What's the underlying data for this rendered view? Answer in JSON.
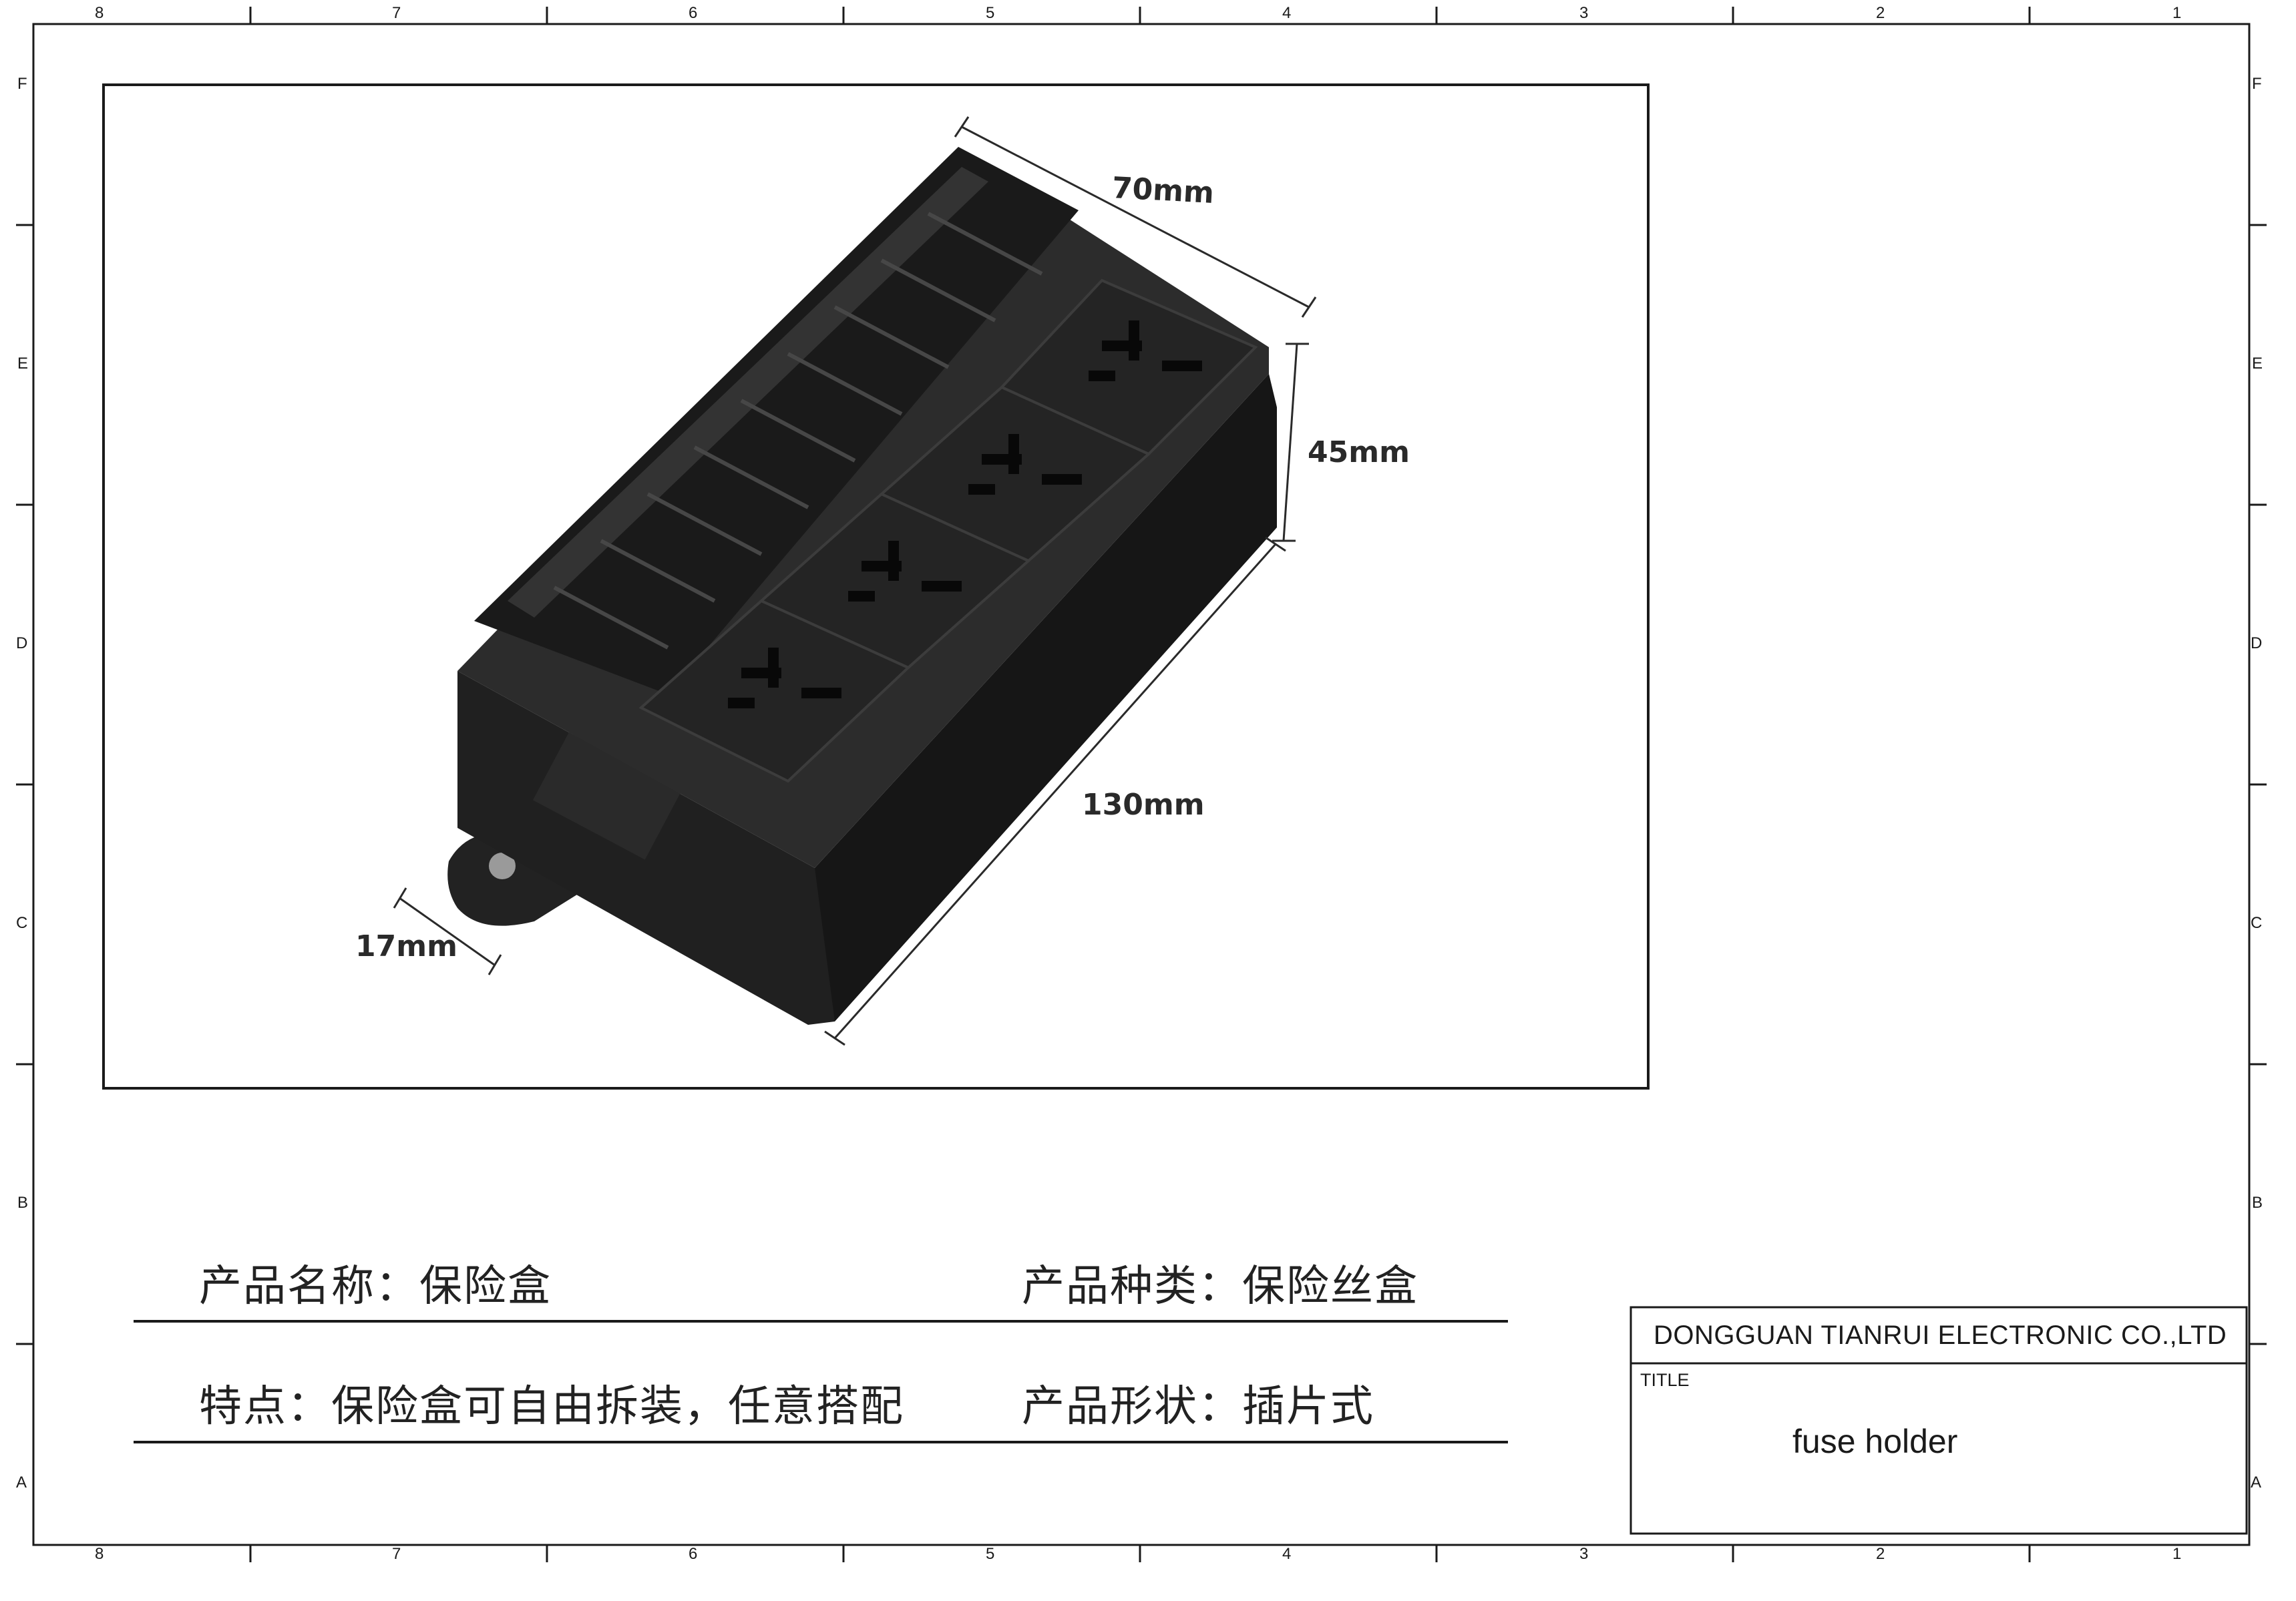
{
  "frame": {
    "columns_top": [
      "8",
      "7",
      "6",
      "5",
      "4",
      "3",
      "2",
      "1"
    ],
    "columns_bottom": [
      "8",
      "7",
      "6",
      "5",
      "4",
      "3",
      "2",
      "1"
    ],
    "rows_left": [
      "F",
      "E",
      "D",
      "C",
      "B",
      "A"
    ],
    "rows_right": [
      "F",
      "E",
      "D",
      "C",
      "B",
      "A"
    ]
  },
  "dimensions": {
    "width": "70mm",
    "height": "45mm",
    "length": "130mm",
    "tab": "17mm"
  },
  "product_info": {
    "name": "产品名称：保险盒",
    "category": "产品种类：保险丝盒",
    "features": "特点：保险盒可自由拆装，任意搭配",
    "shape": "产品形状：插片式"
  },
  "title_block": {
    "company": "DONGGUAN TIANRUI ELECTRONIC CO.,LTD",
    "title_caption": "TITLE",
    "title_value": "fuse holder"
  },
  "colors": {
    "frame_line": "#1a1a1a",
    "product_body": "#1c1c1c",
    "product_highlight": "#3a3a3a"
  }
}
